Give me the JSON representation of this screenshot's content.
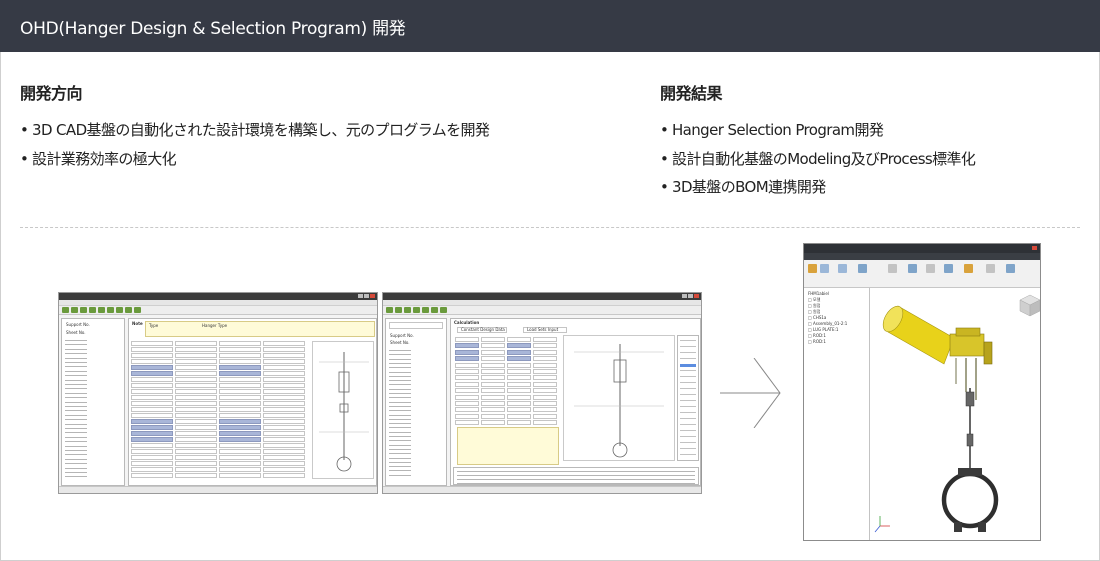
{
  "header": {
    "title": "OHD(Hanger Design & Selection Program) 開発"
  },
  "direction": {
    "heading": "開発方向",
    "items": [
      "3D CAD基盤の自動化された設計環境を構築し、元のプログラムを開発",
      "設計業務効率の極大化"
    ]
  },
  "results": {
    "heading": "開発結果",
    "items": [
      "Hanger Selection Program開発",
      "設計自動化基盤のModeling及びProcess標準化",
      "3D基盤のBOM連携開発"
    ]
  },
  "screens": {
    "left": {
      "sidebar_items": [
        "Support No.",
        "Sheet No."
      ],
      "form_labels": [
        "Note",
        "Type",
        "Hanger Type"
      ]
    },
    "middle": {
      "sidebar_items": [
        "Support No.",
        "Sheet No."
      ],
      "section_title": "Calculation",
      "button_labels": [
        "Constant Design Data",
        "Load Sets Input"
      ]
    },
    "viewer": {
      "tree_items": [
        "FHM1abiel",
        "□ 모델",
        "□ 원점",
        "□ 원점",
        "□ CHS1a",
        "□ Assembly_01-2:1",
        "□ LUG PLATE:1",
        "□ ROD:1",
        "□ ROD:1"
      ]
    }
  },
  "colors": {
    "header_bg": "#363a45",
    "header_text": "#ffffff",
    "accent_green": "#6a9a3c",
    "form_blue": "#a9b6d8",
    "model_yellow": "#e8d21a"
  }
}
